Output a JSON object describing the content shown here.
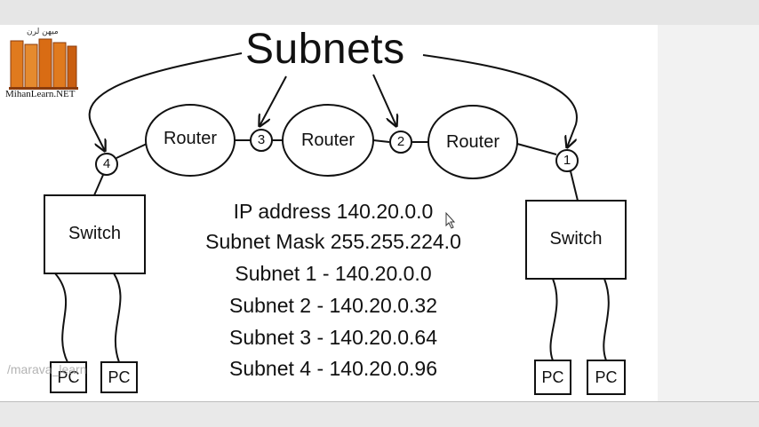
{
  "logo": {
    "brand_text": "MihanLearn.NET",
    "arabic_text": "میهن لرن"
  },
  "diagram": {
    "title": "Subnets",
    "routers": [
      "Router",
      "Router",
      "Router"
    ],
    "switches": [
      "Switch",
      "Switch"
    ],
    "subnet_markers": [
      "4",
      "3",
      "2",
      "1"
    ],
    "pcs": [
      "PC",
      "PC",
      "PC",
      "PC"
    ],
    "info_lines": [
      "IP address 140.20.0.0",
      "Subnet Mask 255.255.224.0",
      "Subnet 1 - 140.20.0.0",
      "Subnet 2 - 140.20.0.32",
      "Subnet 3 - 140.20.0.64",
      "Subnet 4 - 140.20.0.96"
    ]
  },
  "watermark": {
    "text": "/marava_learn"
  },
  "colors": {
    "ink": "#111111",
    "logo_orange": "#e07a1e",
    "logo_dark": "#8a3b0c"
  }
}
